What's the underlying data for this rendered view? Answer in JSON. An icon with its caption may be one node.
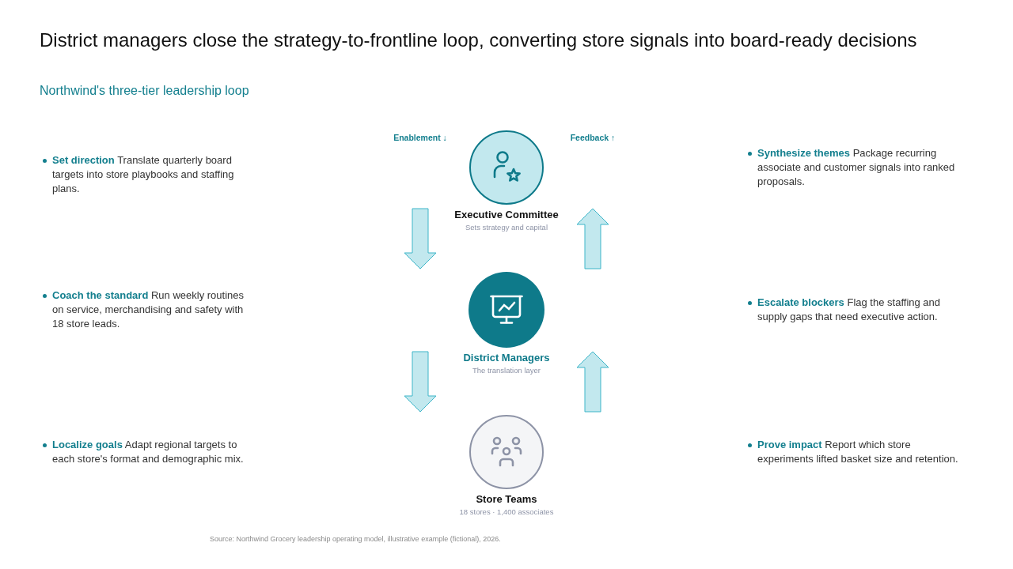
{
  "diagram": {
    "title": "District managers close the strategy-to-frontline loop, converting store signals into board-ready decisions",
    "caption": "Source: Northwind Grocery leadership operating model, illustrative example (fictional), 2026.",
    "nodes": [
      {
        "text": [
          "Executive Committee",
          "Sets strategy and capital"
        ]
      },
      {
        "text": [
          "District Managers",
          "The translation layer"
        ]
      },
      {
        "text": [
          "Store Teams",
          "18 stores · 1,400 associates"
        ]
      }
    ],
    "edges": [
      {
        "from": 0,
        "to": 1,
        "arrow": "to"
      },
      {
        "from": 1,
        "to": 0,
        "arrow": "to"
      },
      {
        "from": 1,
        "to": 2,
        "arrow": "to"
      },
      {
        "from": 2,
        "to": 1,
        "arrow": "to"
      }
    ],
    "labels": [
      "Northwind's three-tier leadership loop",
      "Enablement ↓",
      "Feedback ↑",
      "**Set direction** Translate quarterly board targets into store playbooks and staffing plans.",
      "**Synthesize themes** Package recurring associate and customer signals into ranked proposals.",
      "**Coach the standard** Run weekly routines on service, merchandising and safety with 18 store leads.",
      "**Escalate blockers** Flag the staffing and supply gaps that need executive action.",
      "**Localize goals** Adapt regional targets to each store's format and demographic mix.",
      "**Prove impact** Report which store experiments lifted basket size and retention."
    ]
  }
}
